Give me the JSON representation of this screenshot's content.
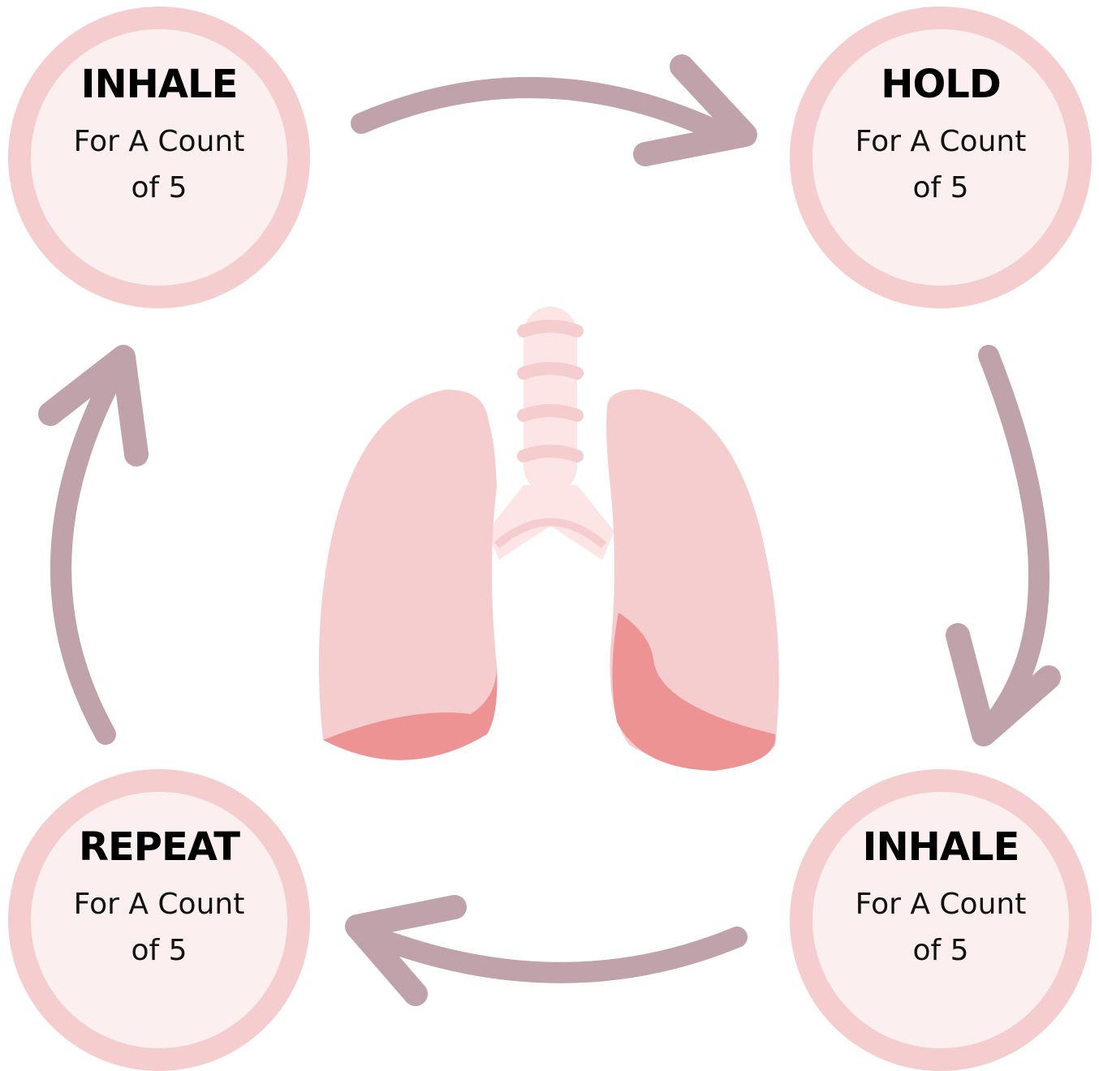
{
  "colors": {
    "ring": "#f5cdcf",
    "circle_fill": "#fbeff0",
    "arrow": "#bfa2aa",
    "lung_light": "#f5cdcf",
    "lung_dark": "#ee9394",
    "trachea": "#fde5e6",
    "trachea_rings": "#f5cdcf"
  },
  "steps": [
    {
      "title": "INHALE",
      "desc": "For A Count of 5"
    },
    {
      "title": "HOLD",
      "desc": "For A Count of 5"
    },
    {
      "title": "INHALE",
      "desc": "For A Count of 5"
    },
    {
      "title": "REPEAT",
      "desc": "For A Count of 5"
    }
  ],
  "icons": {
    "center": "lungs-icon",
    "arrows": [
      "arrow-right-icon",
      "arrow-down-icon",
      "arrow-left-icon",
      "arrow-up-icon"
    ]
  }
}
